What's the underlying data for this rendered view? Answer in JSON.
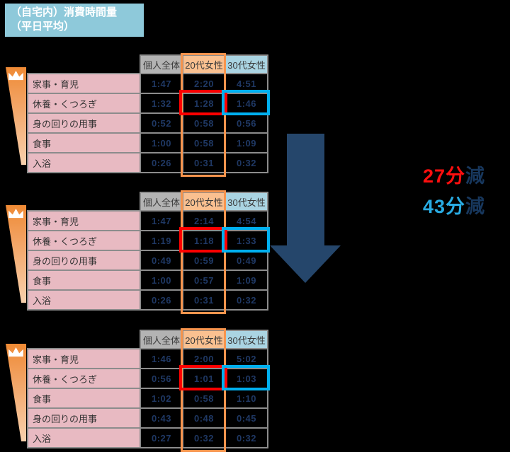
{
  "title": {
    "line1": "（自宅内）消費時間量",
    "line2": "（平日平均）"
  },
  "table_headers": [
    "個人全体",
    "20代女性",
    "30代女性"
  ],
  "chart_data": {
    "type": "table",
    "title": "（自宅内）消費時間量（平日平均）",
    "columns": [
      "個人全体",
      "20代女性",
      "30代女性"
    ],
    "tables": [
      {
        "rows": [
          {
            "label": "家事・育児",
            "values": [
              "1:47",
              "2:20",
              "4:51"
            ]
          },
          {
            "label": "休養・くつろぎ",
            "values": [
              "1:32",
              "1:28",
              "1:46"
            ]
          },
          {
            "label": "身の回りの用事",
            "values": [
              "0:52",
              "0:58",
              "0:56"
            ]
          },
          {
            "label": "食事",
            "values": [
              "1:00",
              "0:58",
              "1:09"
            ]
          },
          {
            "label": "入浴",
            "values": [
              "0:26",
              "0:31",
              "0:32"
            ]
          }
        ]
      },
      {
        "rows": [
          {
            "label": "家事・育児",
            "values": [
              "1:47",
              "2:14",
              "4:54"
            ]
          },
          {
            "label": "休養・くつろぎ",
            "values": [
              "1:19",
              "1:18",
              "1:33"
            ]
          },
          {
            "label": "身の回りの用事",
            "values": [
              "0:49",
              "0:59",
              "0:49"
            ]
          },
          {
            "label": "食事",
            "values": [
              "1:00",
              "0:57",
              "1:09"
            ]
          },
          {
            "label": "入浴",
            "values": [
              "0:26",
              "0:31",
              "0:32"
            ]
          }
        ]
      },
      {
        "rows": [
          {
            "label": "家事・育児",
            "values": [
              "1:46",
              "2:00",
              "5:02"
            ]
          },
          {
            "label": "休養・くつろぎ",
            "values": [
              "0:56",
              "1:01",
              "1:03"
            ]
          },
          {
            "label": "食事",
            "values": [
              "1:02",
              "0:58",
              "1:10"
            ]
          },
          {
            "label": "身の回りの用事",
            "values": [
              "0:43",
              "0:48",
              "0:45"
            ]
          },
          {
            "label": "入浴",
            "values": [
              "0:27",
              "0:32",
              "0:32"
            ]
          }
        ]
      }
    ],
    "highlight_boxes": {
      "red": {
        "row_label": "休養・くつろぎ",
        "column": "20代女性"
      },
      "blue": {
        "row_label": "休養・くつろぎ",
        "column": "30代女性"
      }
    }
  },
  "annotations": {
    "red": {
      "value": "27分",
      "suffix": "減"
    },
    "blue": {
      "value": "43分",
      "suffix": "減"
    }
  },
  "icons": [
    "crown-icon",
    "down-arrow"
  ],
  "colors": {
    "title_bg": "#8ec9da",
    "header_gray": "#b3b3b3",
    "header_orange": "#fac090",
    "header_blue": "#aad4e2",
    "row_label_pink": "#e8bac2",
    "column_outline_orange": "#f7944d",
    "highlight_red": "#fe0000",
    "highlight_blue": "#00b0f0",
    "arrow_navy": "#25466b",
    "value_text_navy": "#1f3864",
    "annotation_red": "#ff0f0f",
    "annotation_blue": "#29abe2",
    "annotation_navy": "#17375d"
  }
}
